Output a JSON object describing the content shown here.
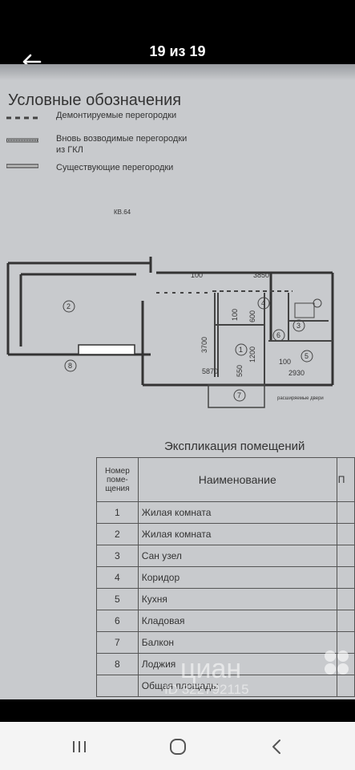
{
  "viewer": {
    "counter": "19 из 19"
  },
  "legend": {
    "title": "Условные обозначения",
    "items": [
      "Демонтируемые перегородки",
      "Вновь возводимые перегородки\nиз ГКЛ",
      "Существующие перегородки"
    ]
  },
  "plan": {
    "apartment": "КВ.64",
    "dims": [
      "100",
      "3850",
      "3700",
      "100",
      "600",
      "1200",
      "550",
      "100",
      "2930",
      "5870"
    ],
    "rooms": [
      "1",
      "2",
      "3",
      "4",
      "5",
      "6",
      "7",
      "8"
    ],
    "note": "расширяемые двери"
  },
  "explication": {
    "title": "Экспликация помещений",
    "col_num": "Номер\nпоме-\nщения",
    "col_name": "Наименование",
    "col_extra": "П",
    "rows": [
      {
        "num": "1",
        "name": "Жилая комната"
      },
      {
        "num": "2",
        "name": "Жилая комната"
      },
      {
        "num": "3",
        "name": "Сан узел"
      },
      {
        "num": "4",
        "name": "Коридор"
      },
      {
        "num": "5",
        "name": "Кухня"
      },
      {
        "num": "6",
        "name": "Кладовая"
      },
      {
        "num": "7",
        "name": "Балкон"
      },
      {
        "num": "8",
        "name": "Лоджия"
      },
      {
        "num": "",
        "name": "Общая площадь:"
      }
    ]
  },
  "watermark": {
    "brand": "циан",
    "id": "ID 322792115"
  },
  "colors": {
    "background": "#000000",
    "photo": "#c8cacd",
    "navbar": "#f4f4f4"
  },
  "icons": [
    "back-arrow-icon",
    "recent-apps-icon",
    "home-icon",
    "back-nav-icon"
  ]
}
